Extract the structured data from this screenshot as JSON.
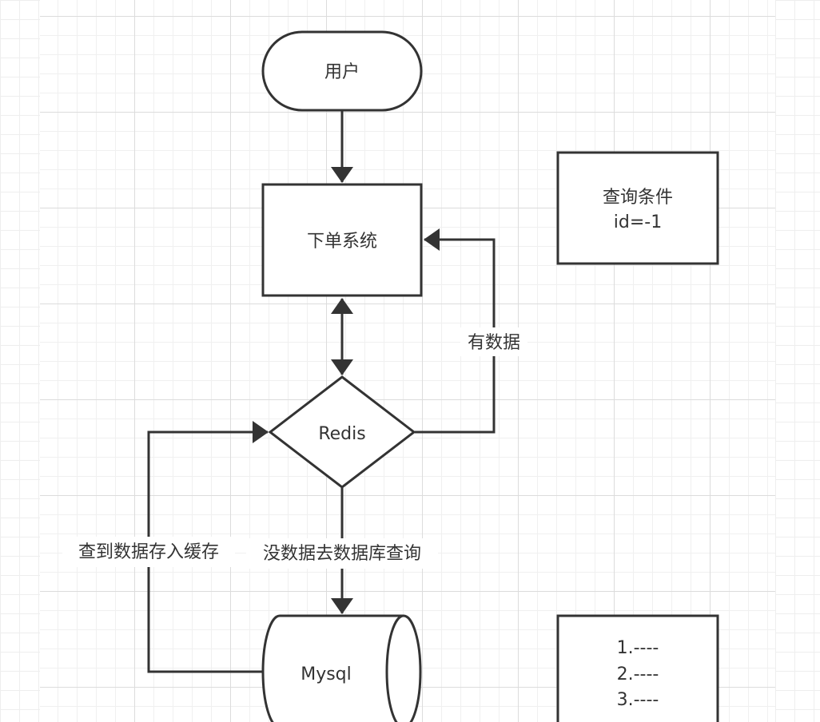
{
  "nodes": {
    "user": "用户",
    "order_system": "下单系统",
    "redis": "Redis",
    "mysql": "Mysql",
    "query_condition": {
      "line1": "查询条件",
      "line2": "id=-1"
    },
    "list_box": {
      "item1": "1.----",
      "item2": "2.----",
      "item3": "3.----"
    }
  },
  "edges": {
    "has_data": "有数据",
    "no_data": "没数据去数据库查询",
    "cache_store": "查到数据存入缓存"
  },
  "colors": {
    "stroke": "#333333",
    "text": "#333333",
    "grid_major": "#dcdcdc",
    "grid_minor": "#f0f0f0"
  }
}
